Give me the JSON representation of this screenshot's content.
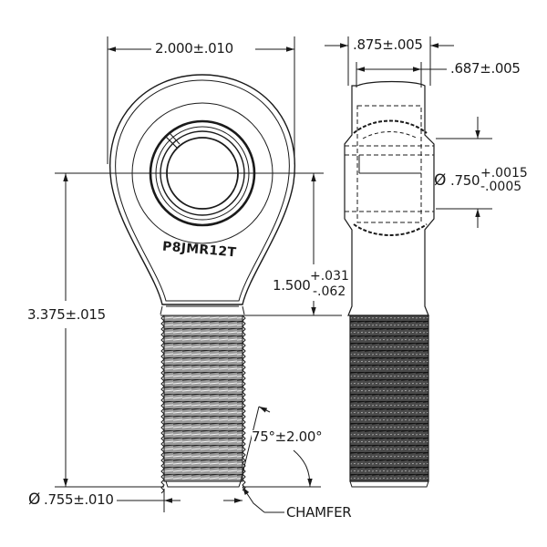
{
  "drawing": {
    "title": "Male rod end technical drawing",
    "part_number": "P8JMR12T",
    "line_color": "#1a1a1a",
    "thread_fill_front": "#8a8a8a",
    "thread_fill_side": "#555555"
  },
  "dimensions": {
    "overall_width": "2.000±.010",
    "side_width": ".875±.005",
    "ball_width": ".687±.005",
    "bore_diameter": {
      "symbol": "Ø",
      "nominal": ".750",
      "upper_tol": "+.0015",
      "lower_tol": "-.0005"
    },
    "center_to_shank": {
      "nominal": "1.500",
      "upper_tol": "+.031",
      "lower_tol": "-.062"
    },
    "overall_length": "3.375±.015",
    "thread_diameter": {
      "symbol": "Ø",
      "value": ".755±.010"
    },
    "chamfer_angle": "75°±2.00°",
    "chamfer_label": "CHAMFER"
  }
}
